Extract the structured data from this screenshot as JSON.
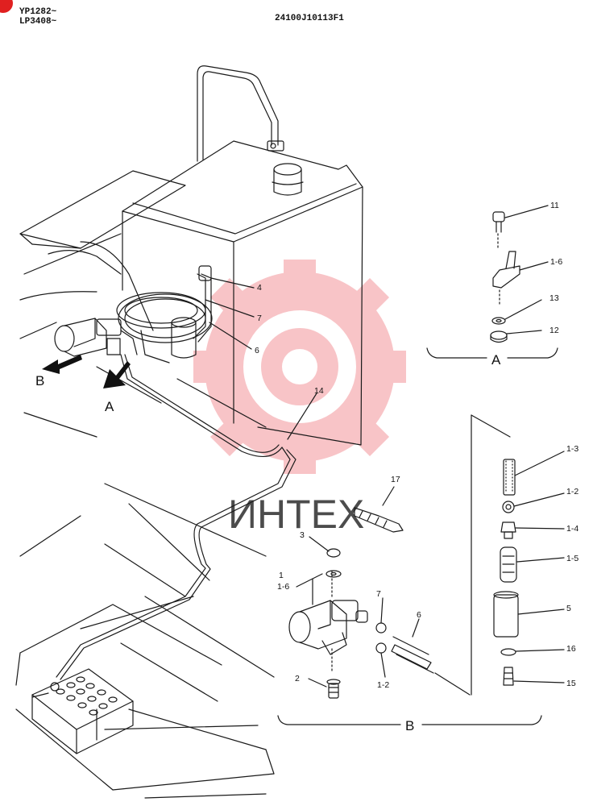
{
  "header": {
    "serial_line_1": "YP1282~",
    "serial_line_2": "LP3408~",
    "drawing_number": "24100J10113F1"
  },
  "views": {
    "view_a": "A",
    "view_b": "B",
    "arrow_a": "A",
    "arrow_b": "B"
  },
  "callouts": {
    "c11": "11",
    "c1_6a": "1-6",
    "c13": "13",
    "c12": "12",
    "c4": "4",
    "c7a": "7",
    "c6a": "6",
    "c14": "14",
    "c1_3": "1-3",
    "c1_2a": "1-2",
    "c1_4": "1-4",
    "c1_5": "1-5",
    "c5": "5",
    "c16": "16",
    "c15": "15",
    "c17": "17",
    "c3": "3",
    "c1": "1",
    "c1_6b": "1-6",
    "c7b": "7",
    "c6b": "6",
    "c2": "2",
    "c1_2b": "1-2"
  },
  "watermark": {
    "text": "ИНТЕХ",
    "color": "#e8303a"
  },
  "colors": {
    "line": "#1a1a1a",
    "badge": "#e02020"
  }
}
